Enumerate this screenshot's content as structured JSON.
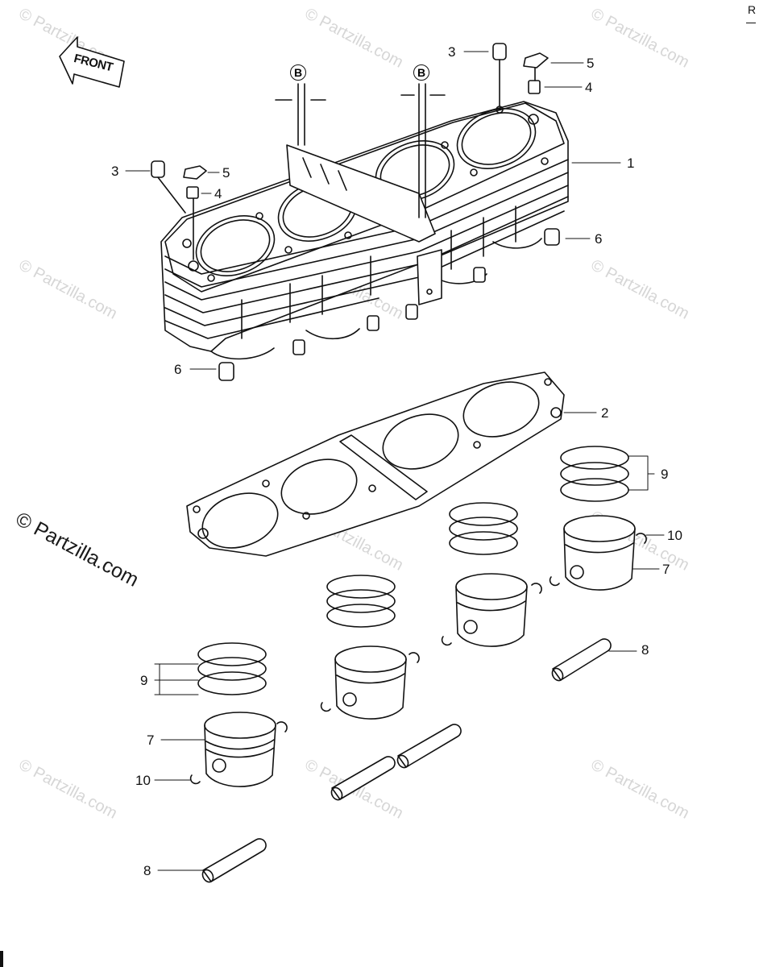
{
  "corner_code": "R",
  "front_label": "FRONT",
  "b_marker": "B",
  "watermark_small": "© Partzilla.com",
  "watermark_large": "© Partzilla.com",
  "callouts": {
    "c1": "1",
    "c2": "2",
    "c3a": "3",
    "c3b": "3",
    "c4a": "4",
    "c4b": "4",
    "c5a": "5",
    "c5b": "5",
    "c6a": "6",
    "c6b": "6",
    "c7a": "7",
    "c7b": "7",
    "c8a": "8",
    "c8b": "8",
    "c9a": "9",
    "c9b": "9",
    "c10a": "10",
    "c10b": "10"
  }
}
